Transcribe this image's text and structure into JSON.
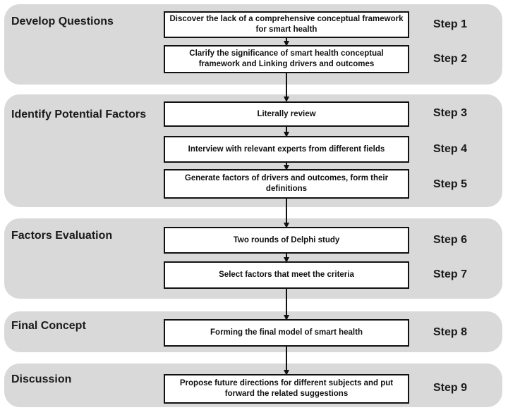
{
  "phases": [
    {
      "title": "Develop  Questions"
    },
    {
      "title": "Identify Potential Factors"
    },
    {
      "title": "Factors Evaluation"
    },
    {
      "title": "Final Concept"
    },
    {
      "title": "Discussion"
    }
  ],
  "steps": [
    {
      "text": "Discover the lack of a comprehensive conceptual framework for smart health",
      "label": "Step 1"
    },
    {
      "text": "Clarify the significance of smart health conceptual framework and Linking drivers and outcomes",
      "label": "Step 2"
    },
    {
      "text": "Literally review",
      "label": "Step 3"
    },
    {
      "text": "Interview with relevant experts from different fields",
      "label": "Step 4"
    },
    {
      "text": "Generate factors of drivers and outcomes, form their definitions",
      "label": "Step 5"
    },
    {
      "text": "Two rounds of Delphi study",
      "label": "Step 6"
    },
    {
      "text": "Select factors that meet the criteria",
      "label": "Step 7"
    },
    {
      "text": "Forming the final model of smart health",
      "label": "Step 8"
    },
    {
      "text": "Propose future directions for different subjects and put forward the related suggestions",
      "label": "Step 9"
    }
  ]
}
